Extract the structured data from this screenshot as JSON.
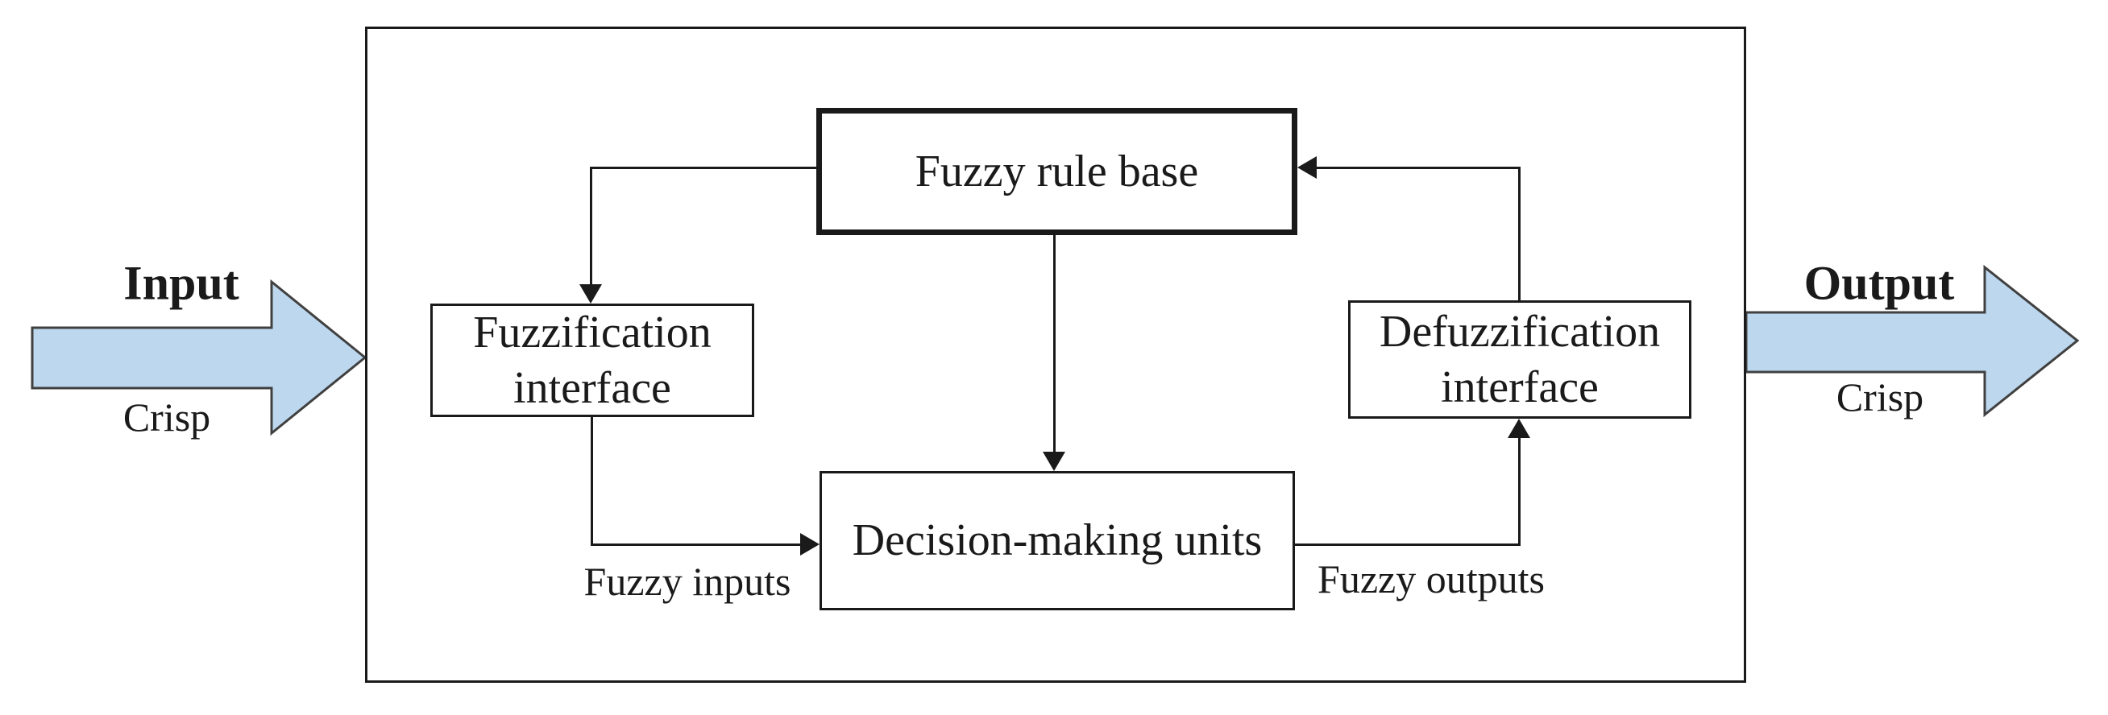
{
  "colors": {
    "arrow_fill": "#BDD7EE",
    "arrow_stroke": "#404040",
    "line": "#1A1A1A",
    "background": "#FFFFFF"
  },
  "input_flow": {
    "label": "Input",
    "sublabel": "Crisp"
  },
  "output_flow": {
    "label": "Output",
    "sublabel": "Crisp"
  },
  "system": {
    "fuzzy_rule_base": {
      "label": "Fuzzy rule base"
    },
    "fuzzification": {
      "label": "Fuzzification\ninterface"
    },
    "defuzzification": {
      "label": "Defuzzification\ninterface"
    },
    "decision_making": {
      "label": "Decision-making units"
    },
    "edge_labels": {
      "fuzzy_inputs": "Fuzzy inputs",
      "fuzzy_outputs": "Fuzzy outputs"
    }
  }
}
